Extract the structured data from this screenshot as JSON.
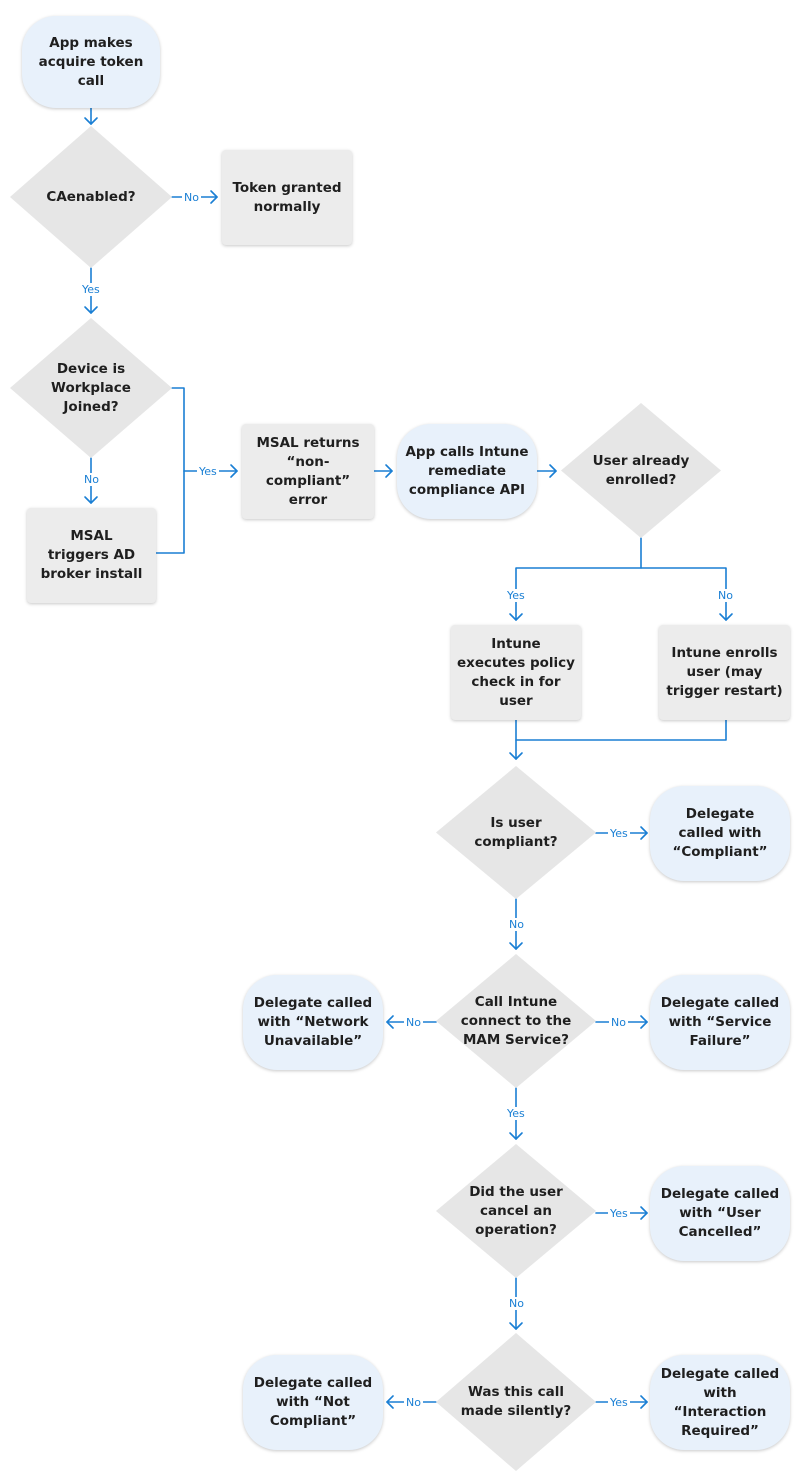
{
  "nodes": {
    "start": "App makes\nacquire token\ncall",
    "ca_bold": "CA",
    "ca_rest": " enabled?",
    "token_granted": "Token granted\nnormally",
    "workplace": "Device is\nWorkplace\nJoined?",
    "msal_broker": "MSAL\ntriggers AD\nbroker install",
    "msal_returns": "MSAL returns\n“non-compliant”\nerror",
    "app_calls": "App calls Intune\nremediate\ncompliance API",
    "already_enrolled": "User already\nenrolled?",
    "policy_check": "Intune\nexecutes policy\ncheck in for\nuser",
    "enrolls": "Intune enrolls\nuser (may\ntrigger restart)",
    "is_compliant": "Is user\ncompliant?",
    "delegate_compliant": "Delegate\ncalled with\n“Compliant”",
    "connect": "Call Intune\nconnect to the\nMAM Service?",
    "delegate_network": "Delegate called\nwith “Network\nUnavailable”",
    "delegate_service": "Delegate called\nwith “Service\nFailure”",
    "cancel": "Did the user\ncancel an\noperation?",
    "delegate_cancelled": "Delegate called\nwith “User\nCancelled”",
    "silent": "Was this call\nmade silently?",
    "delegate_not_compliant": "Delegate called\nwith “Not\nCompliant”",
    "delegate_interaction": "Delegate called\nwith “Interaction\nRequired”"
  },
  "labels": {
    "no": "No",
    "yes": "Yes"
  },
  "colors": {
    "connector": "#1a7fd4",
    "rect_fill": "#ececec",
    "pill_fill": "#e8f1fb",
    "diamond_fill": "#e6e6e6"
  }
}
